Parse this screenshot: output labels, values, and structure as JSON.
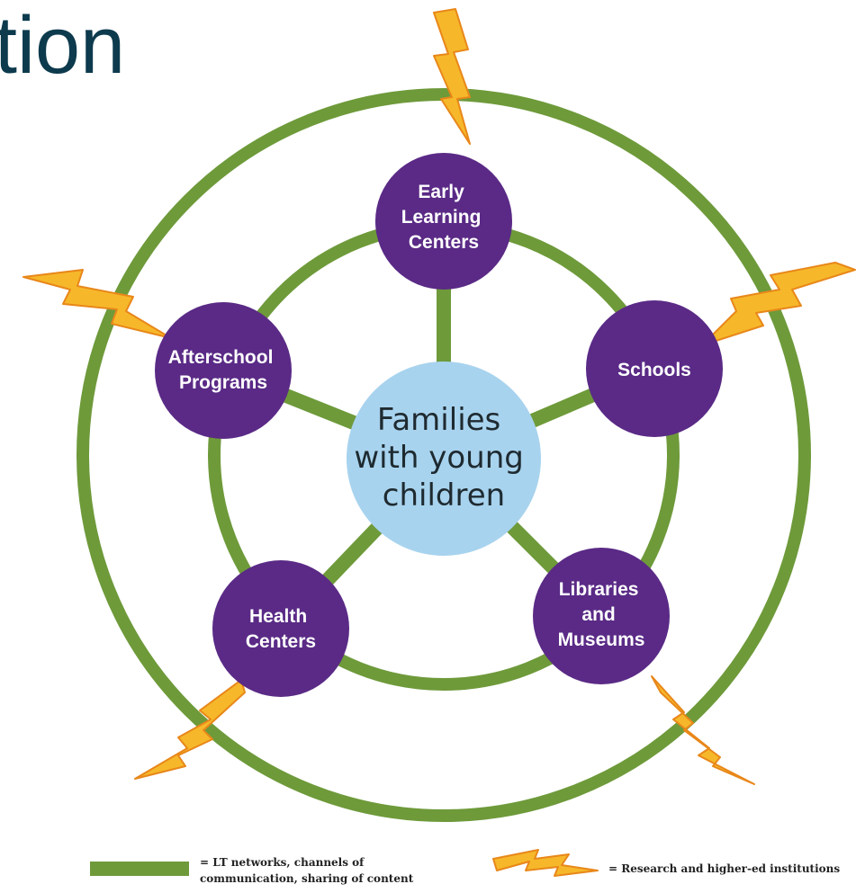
{
  "title": "tion",
  "center": {
    "lines": [
      "Families",
      "with young",
      "children"
    ]
  },
  "nodes": [
    {
      "id": "early-learning",
      "lines": [
        "Early",
        "Learning",
        "Centers"
      ]
    },
    {
      "id": "schools",
      "lines": [
        "Schools"
      ]
    },
    {
      "id": "libraries",
      "lines": [
        "Libraries",
        "and",
        "Museums"
      ]
    },
    {
      "id": "health",
      "lines": [
        "Health",
        "Centers"
      ]
    },
    {
      "id": "afterschool",
      "lines": [
        "Afterschool",
        "Programs"
      ]
    }
  ],
  "legend": {
    "network": {
      "lines": [
        "= LT networks, channels of",
        "communication, sharing of content"
      ]
    },
    "research": {
      "lines": [
        "= Research and higher-ed institutions"
      ]
    }
  },
  "colors": {
    "ring": "#6e9a3a",
    "node": "#5a2a86",
    "center": "#a8d3ee",
    "bolt": "#f6b82a",
    "bolt_edge": "#e8871a",
    "title": "#0d3a4d"
  },
  "icons": {
    "bolt": "lightning-bolt-icon"
  }
}
